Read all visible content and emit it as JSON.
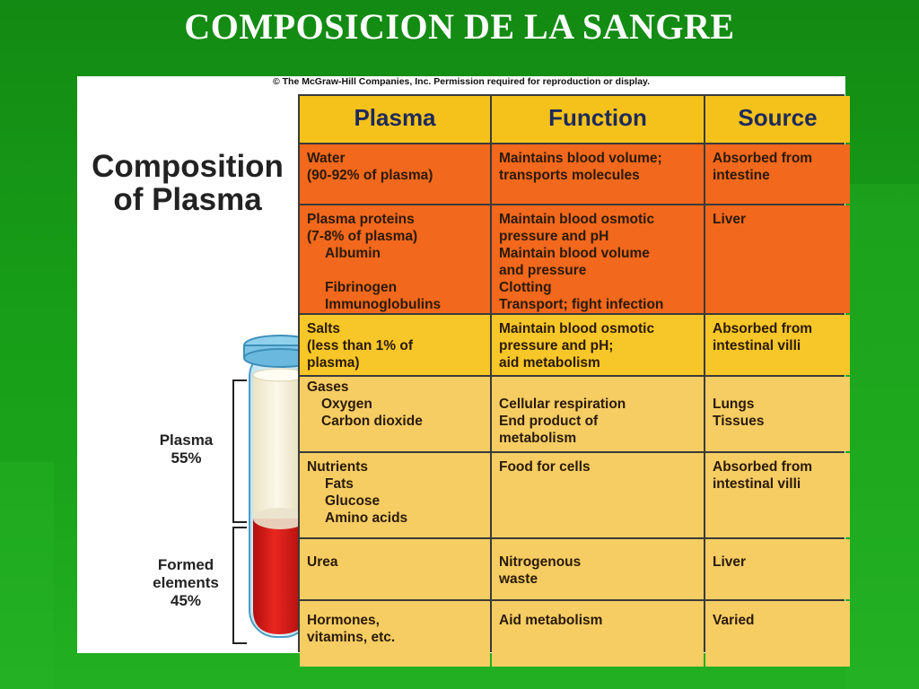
{
  "slide": {
    "title": "COMPOSICION DE LA SANGRE"
  },
  "figure": {
    "copyright": "© The McGraw-Hill Companies, Inc. Permission required for reproduction or display.",
    "heading": [
      "Composition",
      "of Plasma"
    ],
    "plasma_label": [
      "Plasma",
      "55%"
    ],
    "formed_label": [
      "Formed",
      "elements",
      "45%"
    ],
    "plasma_fraction": 0.55,
    "formed_fraction": 0.45
  },
  "table": {
    "headers": [
      "Plasma",
      "Function",
      "Source"
    ],
    "rows": [
      {
        "plasma": [
          "Water",
          "(90-92% of plasma)"
        ],
        "function": [
          "Maintains blood volume;",
          "transports molecules"
        ],
        "source": [
          "Absorbed from",
          "intestine"
        ]
      },
      {
        "plasma": [
          "Plasma proteins",
          "(7-8% of plasma)",
          "Albumin",
          "",
          "Fibrinogen",
          "Immunoglobulins"
        ],
        "function": [
          "Maintain blood osmotic",
          "pressure and pH",
          "Maintain blood volume",
          "and pressure",
          "Clotting",
          "Transport; fight infection"
        ],
        "source": [
          "Liver"
        ]
      },
      {
        "plasma": [
          "Salts",
          "(less than 1% of",
          "plasma)"
        ],
        "function": [
          "Maintain blood osmotic",
          "pressure and pH;",
          "aid metabolism"
        ],
        "source": [
          "Absorbed from",
          "intestinal villi"
        ]
      },
      {
        "plasma": [
          "Gases",
          "Oxygen",
          "Carbon dioxide"
        ],
        "function": [
          "",
          "Cellular respiration",
          "End product of",
          "metabolism"
        ],
        "source": [
          "",
          "Lungs",
          "Tissues"
        ]
      },
      {
        "plasma": [
          "Nutrients",
          "Fats",
          "Glucose",
          "Amino acids"
        ],
        "function": [
          "Food for cells"
        ],
        "source": [
          "Absorbed from",
          "intestinal villi"
        ]
      },
      {
        "plasma": [
          "Urea"
        ],
        "function": [
          "Nitrogenous",
          "waste"
        ],
        "source": [
          "Liver"
        ]
      },
      {
        "plasma": [
          "Hormones,",
          "vitamins, etc."
        ],
        "function": [
          "Aid metabolism"
        ],
        "source": [
          "Varied"
        ]
      }
    ]
  },
  "colors": {
    "background": "#179c17",
    "header": "#f5c21b",
    "orange_rows": "#f2681c",
    "yellow_row": "#f7c628",
    "light_rows": "#f6cd63",
    "blood": "#d81a1a",
    "plasma_fluid": "#f7f2dc"
  }
}
